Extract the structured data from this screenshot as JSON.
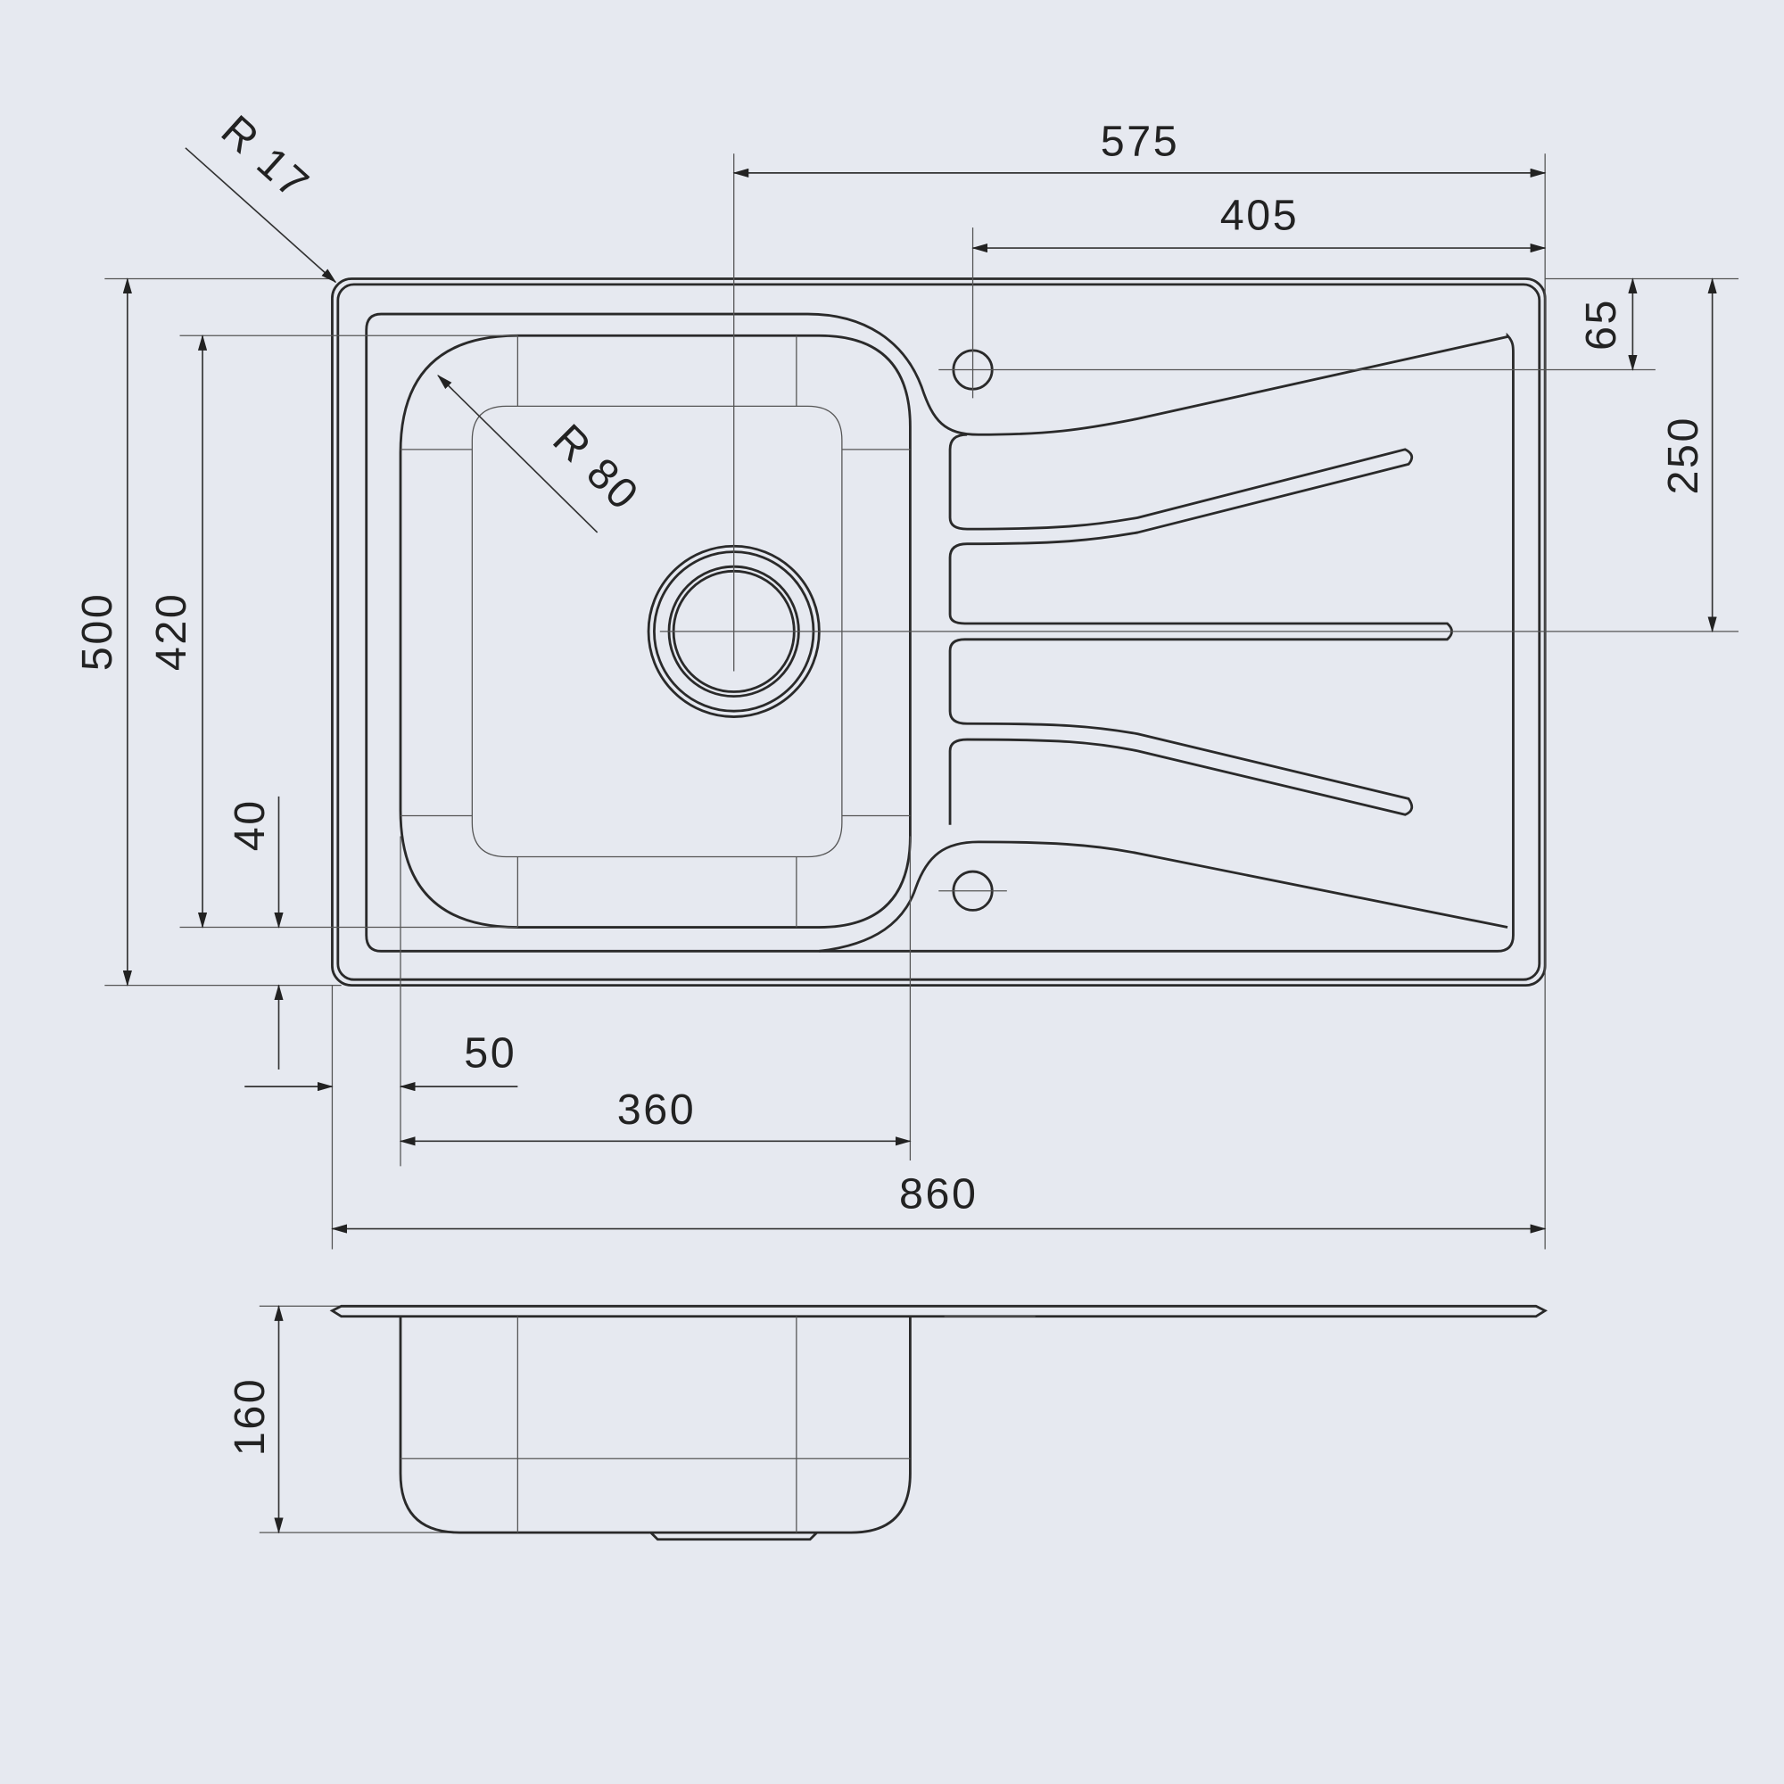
{
  "drawing": {
    "colors": {
      "background": "#e6e9f0",
      "line": "#2a2a2a"
    },
    "dimensions": {
      "width_total": "860",
      "depth_total": "500",
      "bowl_width": "360",
      "bowl_length": "420",
      "left_margin": "50",
      "bottom_margin": "40",
      "drain_offset": "575",
      "tap_offset": "405",
      "tap_hole_depth": "65",
      "drain_depth": "250",
      "bowl_height": "160",
      "corner_radius_outer": "R 17",
      "corner_radius_bowl": "R 80"
    }
  }
}
